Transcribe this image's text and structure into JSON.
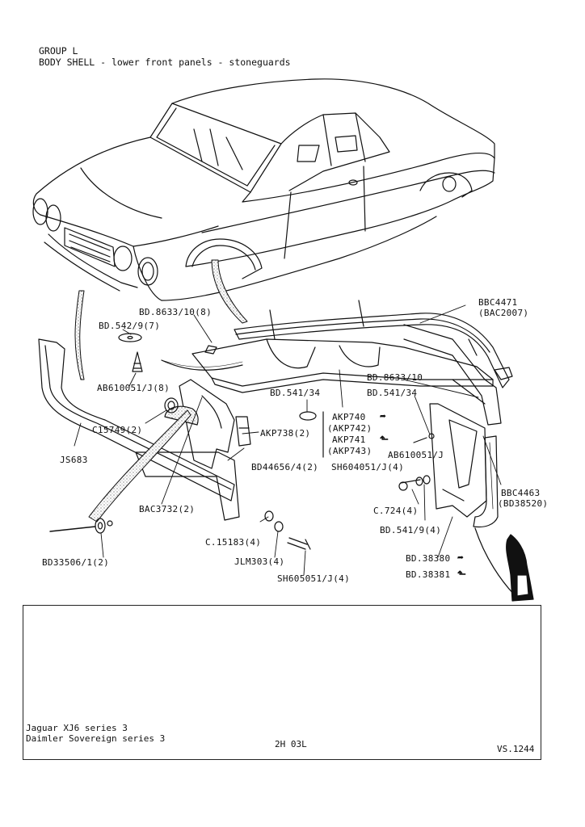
{
  "header": {
    "group": "GROUP L",
    "title": "BODY SHELL - lower front panels - stoneguards"
  },
  "parts": {
    "bbc4471": "BBC4471",
    "bac2007": "(BAC2007)",
    "bd8633_10_8": "BD.8633/10(8)",
    "bd542_9_7": "BD.542/9(7)",
    "ab610051_j_8": "AB610051/J(8)",
    "bd541_34_a": "BD.541/34",
    "bd8633_10": "BD.8633/10",
    "bd541_34_b": "BD.541/34",
    "akp740": "AKP740",
    "akp742": "(AKP742)",
    "akp741": "AKP741",
    "akp743": "(AKP743)",
    "ab610051_j": "AB610051/J",
    "c15749_2": "C15749(2)",
    "akp738_2": "AKP738(2)",
    "js683": "JS683",
    "bd44656_4_2": "BD44656/4(2)",
    "sh604051_j_4": "SH604051/J(4)",
    "bbc4463": "BBC4463",
    "bd38520": "(BD38520)",
    "bac3732_2": "BAC3732(2)",
    "c724_4": "C.724(4)",
    "bd541_9_4": "BD.541/9(4)",
    "c15183_4": "C.15183(4)",
    "jlm303_4": "JLM303(4)",
    "bd33506_1_2": "BD33506/1(2)",
    "sh605051_j_4": "SH605051/J(4)",
    "bd38380": "BD.38380",
    "bd38381": "BD.38381"
  },
  "symbols": {
    "right_hand": "➦",
    "left_hand": "⬑"
  },
  "footer": {
    "model_1": "Jaguar XJ6 series 3",
    "model_2": "Daimler Sovereign series 3",
    "page_code": "2H 03L",
    "ref": "VS.1244"
  }
}
